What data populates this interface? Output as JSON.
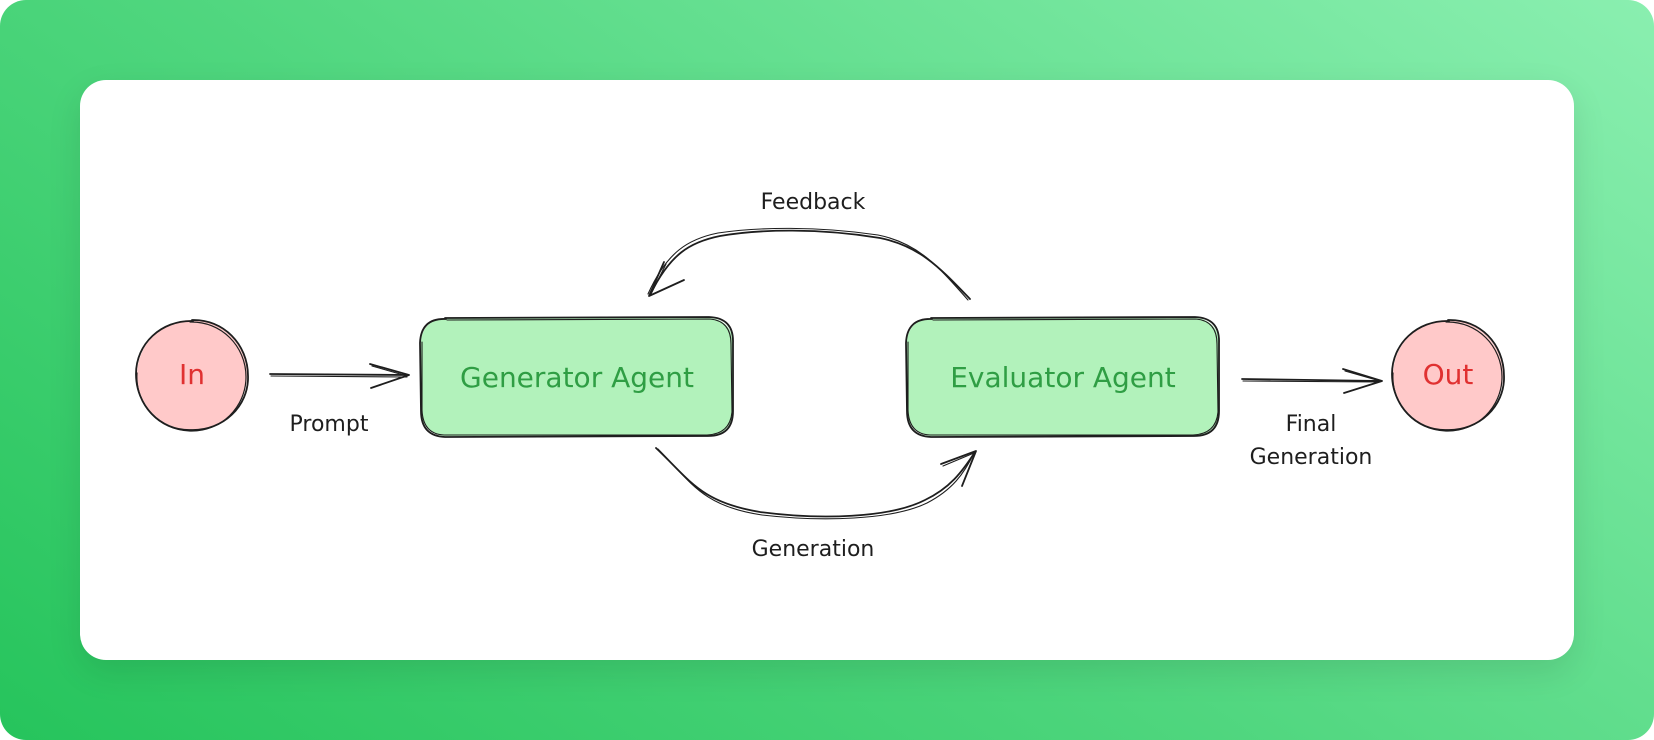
{
  "diagram": {
    "nodes": {
      "input": {
        "label": "In"
      },
      "generator": {
        "label": "Generator Agent"
      },
      "evaluator": {
        "label": "Evaluator Agent"
      },
      "output": {
        "label": "Out"
      }
    },
    "edges": {
      "prompt": {
        "label": "Prompt"
      },
      "feedback": {
        "label": "Feedback"
      },
      "generation": {
        "label": "Generation"
      },
      "final": {
        "line1": "Final",
        "line2": "Generation"
      }
    }
  },
  "colors": {
    "background_gradient_start": "#26c45c",
    "background_gradient_end": "#8aefb0",
    "agent_fill": "#b2f2bb",
    "agent_text": "#2f9e44",
    "terminal_fill": "#ffc9c9",
    "terminal_text": "#e03131",
    "stroke": "#1e1e1e"
  }
}
